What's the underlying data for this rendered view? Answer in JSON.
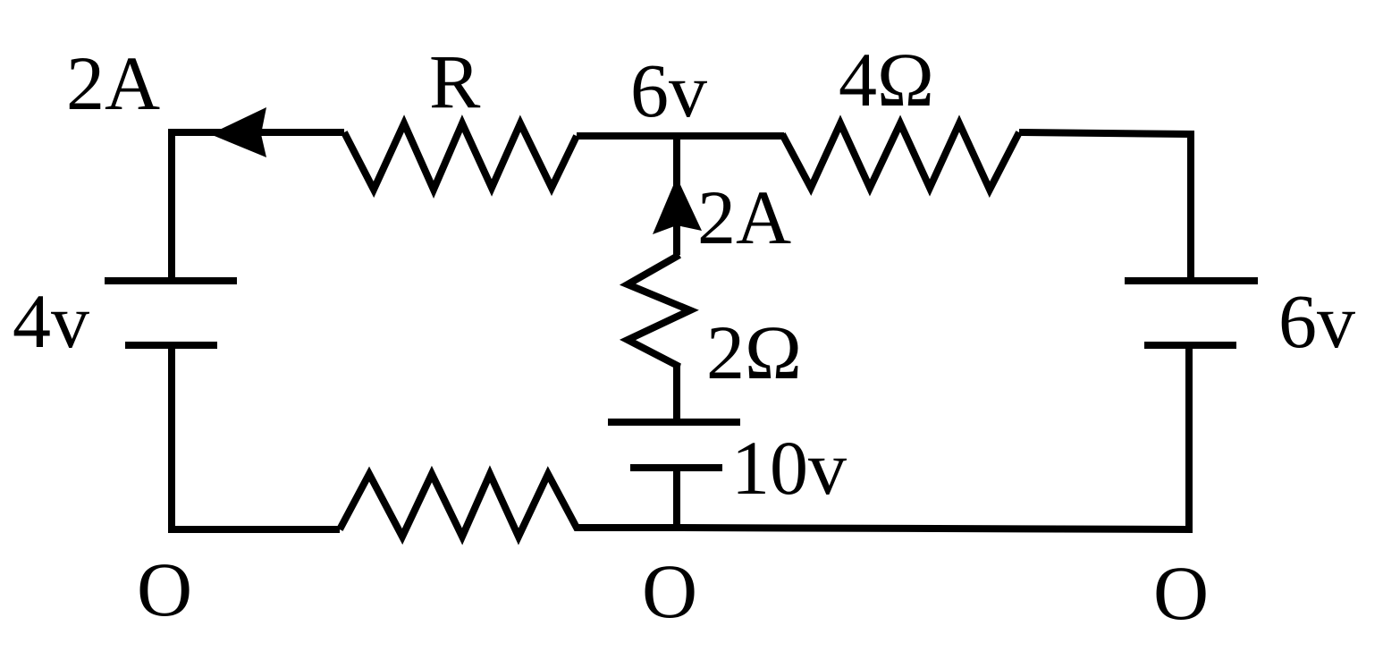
{
  "diagram": {
    "title": "",
    "labels": {
      "current_left": "2A",
      "resistor_r": "R",
      "node_voltage": "6v",
      "resistor_4ohm": "4Ω",
      "current_middle": "2A",
      "resistor_2ohm": "2Ω",
      "battery_left": "4v",
      "battery_right": "6v",
      "battery_middle": "10v",
      "ground_left": "O",
      "ground_middle": "O",
      "ground_right": "O"
    },
    "colors": {
      "line": "#000000",
      "background": "#ffffff"
    }
  }
}
